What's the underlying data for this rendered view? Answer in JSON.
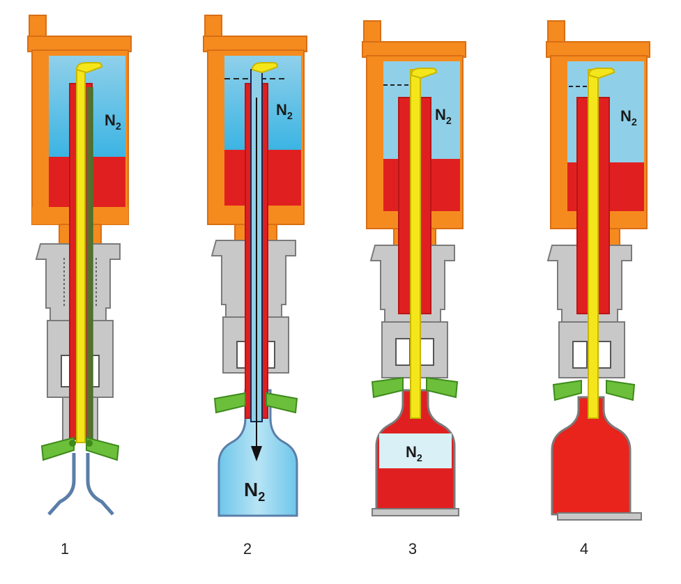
{
  "colors": {
    "housing": "#f58b1f",
    "housing_edge": "#e0701a",
    "gas": "#8fd0e8",
    "gas_light": "#a9dcef",
    "liquid": "#e02020",
    "liquid_edge": "#b81515",
    "tube": "#f5e61c",
    "tube_edge": "#c9b600",
    "fitting": "#c8c8c8",
    "fitting_edge": "#7a7a7a",
    "wing": "#6cbf3a",
    "wing_edge": "#3e8a1c",
    "hose": "#6f8fb0"
  },
  "panels": [
    {
      "step": "1",
      "gas_label": "N",
      "gas_sub": "2",
      "bottom": "hose"
    },
    {
      "step": "2",
      "gas_label": "N",
      "gas_sub": "2",
      "bottom": "gas_flask",
      "flask_label": "N",
      "flask_sub": "2"
    },
    {
      "step": "3",
      "gas_label": "N",
      "gas_sub": "2",
      "bottom": "partial_flask",
      "flask_label": "N",
      "flask_sub": "2"
    },
    {
      "step": "4",
      "gas_label": "N",
      "gas_sub": "2",
      "bottom": "full_flask"
    }
  ]
}
